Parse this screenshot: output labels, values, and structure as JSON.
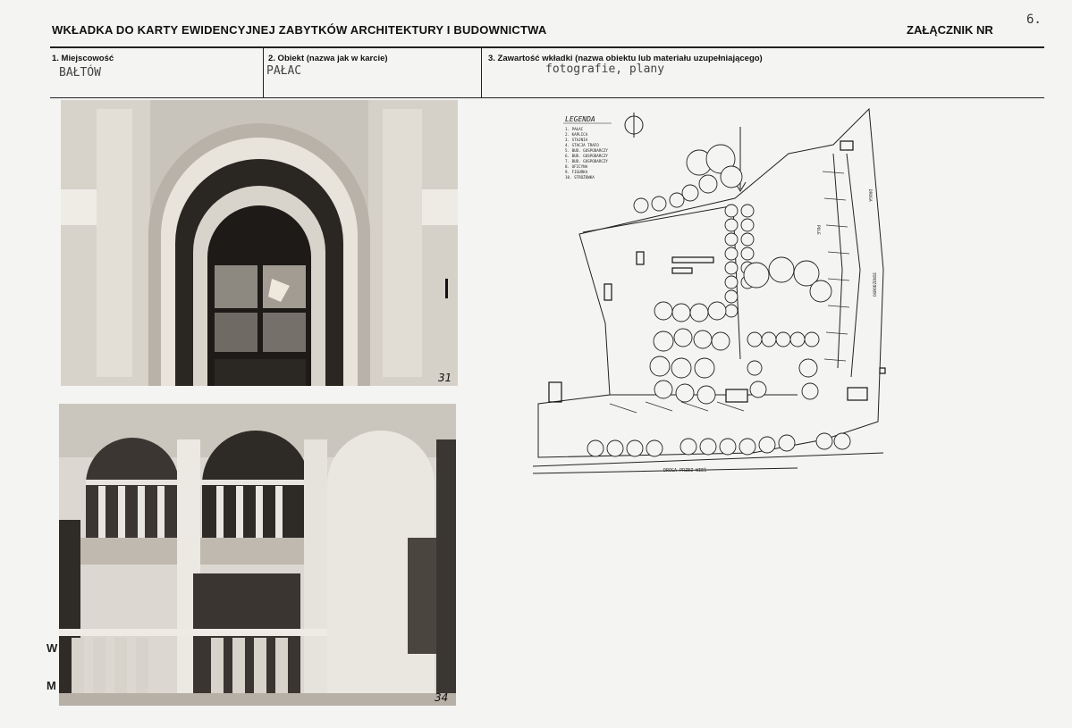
{
  "header": {
    "title": "WKŁADKA DO KARTY EWIDENCYJNEJ ZABYTKÓW ARCHITEKTURY I BUDOWNICTWA",
    "annex_label": "ZAŁĄCZNIK NR",
    "page_number": "6."
  },
  "fields": [
    {
      "label": "1. Miejscowość",
      "value": "BAŁTÓW"
    },
    {
      "label": "2. Obiekt (nazwa jak w karcie)",
      "value": "PAŁAC"
    },
    {
      "label": "3. Zawartość wkładki (nazwa obiektu lub materiału uzupełniającego)",
      "value": "fotografie, plany"
    }
  ],
  "photos": [
    {
      "number": "31",
      "subject": "arched doorway"
    },
    {
      "number": "34",
      "subject": "arcaded hall with balustrade"
    }
  ],
  "margin_letters": [
    "W",
    "M"
  ],
  "plan": {
    "legend_title": "LEGENDA",
    "legend_items": [
      "1. PAŁAC",
      "2. KAPLICA",
      "3. STAJNIA",
      "4. STACJA TRAFO",
      "5. BUD. GOSPODARCZY",
      "6. BUD. GOSPODARCZY",
      "7. BUD. GOSPODARCZY",
      "8. OFICYNA",
      "9. FIGURKA",
      "10. STRÓŻÓWKA"
    ],
    "road_label": "DROGA PRZEZ WIEŚ",
    "side_labels": [
      "POLE",
      "DROGA",
      "OGRODZENIE"
    ]
  }
}
